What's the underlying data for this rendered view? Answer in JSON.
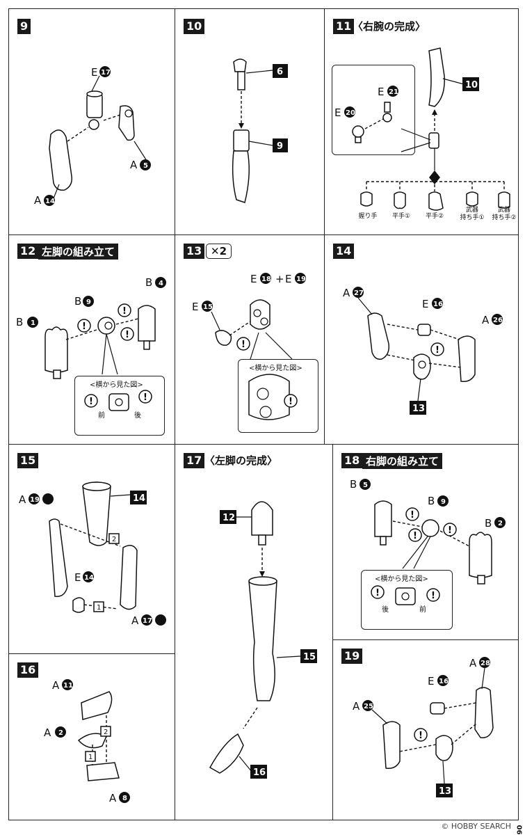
{
  "steps": {
    "s9": {
      "no": "9",
      "labels": {
        "e17": "E",
        "e17n": "17",
        "a5": "A",
        "a5n": "5",
        "a14": "A",
        "a14n": "14"
      }
    },
    "s10": {
      "no": "10",
      "p6": "6",
      "p9": "9"
    },
    "s11": {
      "no": "11",
      "title": "〈右腕の完成〉",
      "p10": "10",
      "e21": "E",
      "e21n": "21",
      "e20": "E",
      "e20n": "20",
      "hands": [
        "握り手",
        "平手①",
        "平手②",
        "武器\n持ち手①",
        "武器\n持ち手②"
      ]
    },
    "s12": {
      "no": "12",
      "title": "左脚の組み立て",
      "b1": "B",
      "b1n": "1",
      "b9": "B",
      "b9n": "9",
      "b4": "B",
      "b4n": "4",
      "callout": "<横から見た図>",
      "front": "前",
      "back": "後"
    },
    "s13": {
      "no": "13",
      "times": "✕2",
      "e18": "E",
      "e18n": "18",
      "plus": "+",
      "e19": "E",
      "e19n": "19",
      "e15": "E",
      "e15n": "15",
      "callout": "<横から見た図>"
    },
    "s14": {
      "no": "14",
      "a27": "A",
      "a27n": "27",
      "e16": "E",
      "e16n": "16",
      "a26": "A",
      "a26n": "26",
      "p13": "13"
    },
    "s15": {
      "no": "15",
      "a19": "A",
      "a19n": "19",
      "p14": "14",
      "e14": "E",
      "e14n": "14",
      "a17": "A",
      "a17n": "17",
      "n1": "1",
      "n2": "2"
    },
    "s16": {
      "no": "16",
      "a11": "A",
      "a11n": "11",
      "a2": "A",
      "a2n": "2",
      "a8": "A",
      "a8n": "8",
      "n1": "1",
      "n2": "2"
    },
    "s17": {
      "no": "17",
      "title": "〈左脚の完成〉",
      "p12": "12",
      "p15": "15",
      "p16": "16"
    },
    "s18": {
      "no": "18",
      "title": "右脚の組み立て",
      "b5": "B",
      "b5n": "5",
      "b9": "B",
      "b9n": "9",
      "b2": "B",
      "b2n": "2",
      "callout": "<横から見た図>",
      "back": "後",
      "front": "前"
    },
    "s19": {
      "no": "19",
      "a28": "A",
      "a28n": "28",
      "e16": "E",
      "e16n": "16",
      "a25": "A",
      "a25n": "25",
      "p13": "13"
    }
  },
  "footer": {
    "watermark": "© HOBBY SEARCH",
    "page": "06"
  },
  "colors": {
    "ink": "#111111",
    "paper": "#ffffff"
  }
}
